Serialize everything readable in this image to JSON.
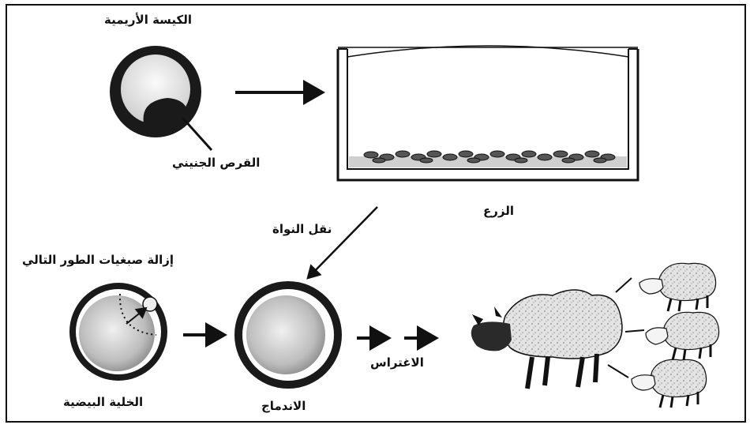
{
  "labels": {
    "blastocyst": "الكيسة الأريمية",
    "embryonic_disc": "القرص الجنيني",
    "culture": "الزرع",
    "nuclear_transfer": "نقل النواة",
    "remove_chromosomes": "إزالة صبغيات الطور التالي",
    "egg_cell": "الخلية البيضية",
    "fusion": "الاندماج",
    "implantation": "الاغتراس"
  },
  "colors": {
    "ink": "#111111",
    "paper": "#ffffff",
    "wool": "#d9d9d9",
    "cell_fill": "#c4c4c4"
  }
}
